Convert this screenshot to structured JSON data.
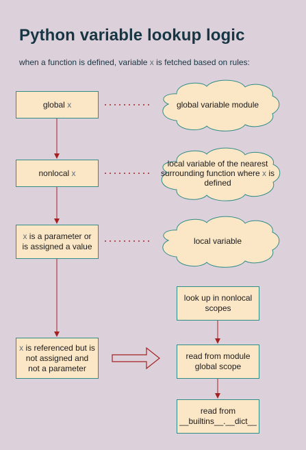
{
  "title": "Python variable lookup logic",
  "subtitle": {
    "pre": "when a function is defined, variable ",
    "var": "x",
    "post": " is fetched based on rules:"
  },
  "left_boxes": [
    {
      "var": "x",
      "pre": "global ",
      "post": ""
    },
    {
      "var": "x",
      "pre": "nonlocal ",
      "post": ""
    },
    {
      "var": "x",
      "pre": "",
      "post": " is a parameter or is assigned a value"
    },
    {
      "var": "x",
      "pre": "",
      "post": " is referenced but is not assigned and not a parameter"
    }
  ],
  "clouds": [
    {
      "pre": "global variable module",
      "var": "",
      "post": ""
    },
    {
      "pre": "local variable of the nearest surrounding function where ",
      "var": "x",
      "post": " is defined"
    },
    {
      "pre": "local variable",
      "var": "",
      "post": ""
    }
  ],
  "right_boxes": [
    {
      "label": "look up in nonlocal scopes"
    },
    {
      "label": "read from module global scope"
    },
    {
      "label": "read from __builtins__.__dict__"
    }
  ],
  "colors": {
    "background": "#dcd0da",
    "box_fill": "#fbe6c6",
    "box_border": "#2e8b86",
    "arrow": "#a32121",
    "title": "#173543"
  }
}
